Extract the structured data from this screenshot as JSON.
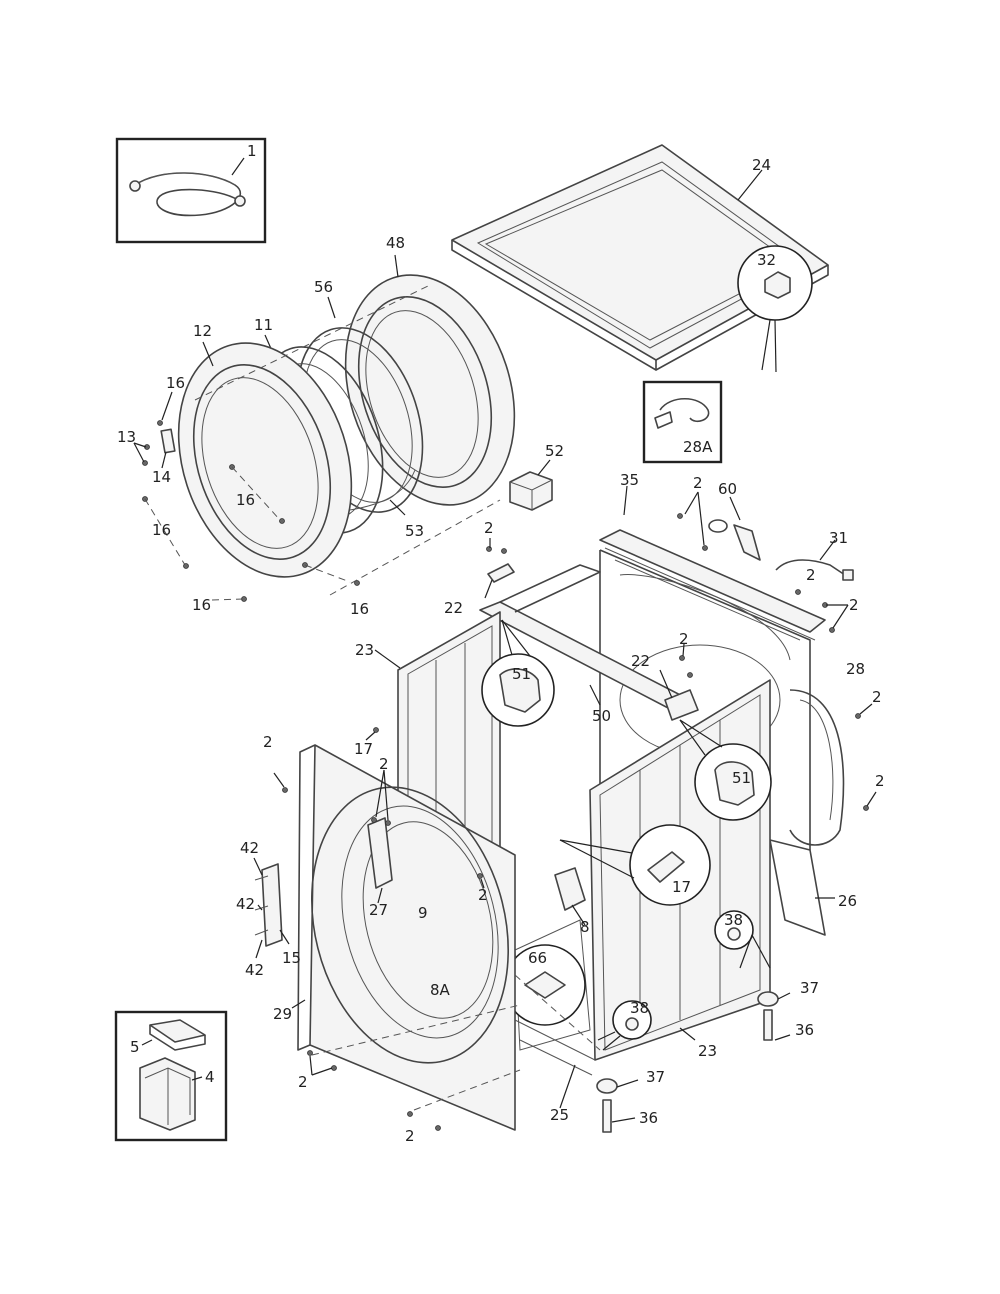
{
  "diagram": {
    "type": "exploded-parts-diagram",
    "labels": {
      "hose": "1",
      "top_panel": "24",
      "tub_front": "48",
      "gasket_56": "56",
      "ring_11": "11",
      "door_12": "12",
      "screw_16_a": "16",
      "screw_13": "13",
      "hinge_14": "14",
      "screw_16_b": "16",
      "screw_16_c": "16",
      "screw_16_d": "16",
      "screw_16_e": "16",
      "door_53": "53",
      "box_52": "52",
      "clamp_28a": "28A",
      "plug_32": "32",
      "bracket_35": "35",
      "screw_2_a": "2",
      "part_60": "60",
      "cord_31": "31",
      "screw_2_b": "2",
      "screw_2_c": "2",
      "screw_2_d": "2",
      "bracket_22_a": "22",
      "panel_23_a": "23",
      "brace_51_a": "51",
      "rail_50": "50",
      "bracket_22_b": "22",
      "hose_28": "28",
      "screw_2_e": "2",
      "brace_51_b": "51",
      "screw_2_f": "2",
      "screw_2_g": "2",
      "screw_17_a": "17",
      "screw_2_h": "2",
      "hinge_42_a": "42",
      "hinge_42_b": "42",
      "hinge_42_c": "42",
      "part_15": "15",
      "part_27": "27",
      "screw_2_i": "2",
      "part_9": "9",
      "part_8": "8",
      "part_8a": "8A",
      "grommet_17_b": "17",
      "back_26": "26",
      "nut_38_a": "38",
      "foot_37_a": "37",
      "leg_36_a": "36",
      "switch_66": "66",
      "front_29": "29",
      "nut_38_b": "38",
      "panel_23_b": "23",
      "foot_37_b": "37",
      "leg_36_b": "36",
      "base_25": "25",
      "screw_2_j": "2",
      "screw_2_k": "2",
      "part_5": "5",
      "part_4": "4"
    }
  }
}
